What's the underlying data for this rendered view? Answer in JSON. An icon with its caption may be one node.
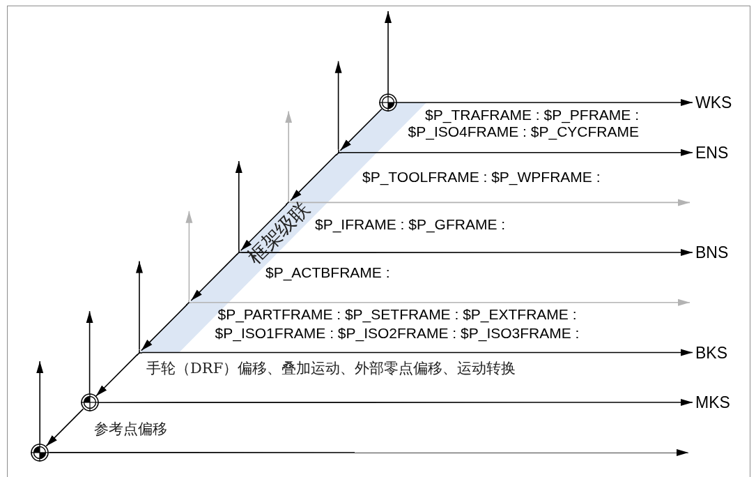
{
  "diagram": {
    "nodes": [
      {
        "text": [],
        "shape": "circle"
      },
      {
        "text": [],
        "shape": "corner"
      },
      {
        "text": [],
        "shape": "corner"
      },
      {
        "text": [],
        "shape": "corner"
      },
      {
        "text": [],
        "shape": "corner"
      },
      {
        "text": [],
        "shape": "corner"
      },
      {
        "text": [],
        "shape": "circle"
      },
      {
        "text": [],
        "shape": "circle"
      },
      {
        "text": [
          "WKS"
        ]
      },
      {
        "text": [
          "ENS"
        ]
      },
      {
        "text": [
          "BNS"
        ]
      },
      {
        "text": [
          "BKS"
        ]
      },
      {
        "text": [
          "MKS"
        ]
      }
    ],
    "edges": [
      {
        "from": 0,
        "to": 8,
        "arrow": "to"
      },
      {
        "from": 1,
        "to": 9,
        "arrow": "to"
      },
      {
        "from": 2,
        "to": null,
        "arrow": "to",
        "color": "#b3b3b3"
      },
      {
        "from": 3,
        "to": 10,
        "arrow": "to"
      },
      {
        "from": 4,
        "to": null,
        "arrow": "to",
        "color": "#b3b3b3"
      },
      {
        "from": 5,
        "to": 11,
        "arrow": "to"
      },
      {
        "from": 6,
        "to": 12,
        "arrow": "to"
      },
      {
        "from": 7,
        "to": null,
        "arrow": "to"
      },
      {
        "from": 0,
        "to": null,
        "arrow": "to"
      },
      {
        "from": 1,
        "to": null,
        "arrow": "to"
      },
      {
        "from": 2,
        "to": null,
        "arrow": "to",
        "color": "#b3b3b3"
      },
      {
        "from": 3,
        "to": null,
        "arrow": "to"
      },
      {
        "from": 4,
        "to": null,
        "arrow": "to",
        "color": "#b3b3b3"
      },
      {
        "from": 5,
        "to": null,
        "arrow": "to"
      },
      {
        "from": 6,
        "to": null,
        "arrow": "to"
      },
      {
        "from": 7,
        "to": null,
        "arrow": "to"
      },
      {
        "from": 0,
        "to": 1,
        "arrow": "to"
      },
      {
        "from": 1,
        "to": 2,
        "arrow": "to"
      },
      {
        "from": 2,
        "to": 3,
        "arrow": "to"
      },
      {
        "from": 3,
        "to": 4,
        "arrow": "to"
      },
      {
        "from": 4,
        "to": 5,
        "arrow": "to"
      },
      {
        "from": 5,
        "to": 6,
        "arrow": "to"
      },
      {
        "from": 6,
        "to": 7,
        "arrow": "to"
      }
    ],
    "labels": [
      "$P_TRAFRAME : $P_PFRAME : $P_ISO4FRAME : $P_CYCFRAME",
      "$P_TOOLFRAME : $P_WPFRAME :",
      "$P_IFRAME : $P_GFRAME :",
      "框架级联",
      "$P_ACTBFRAME :",
      "$P_PARTFRAME : $P_SETFRAME : $P_EXTFRAME : $P_ISO1FRAME : $P_ISO2FRAME : $P_ISO3FRAME :",
      "手轮（DRF）偏移、叠加运动、外部零点偏移、运动转换",
      "参考点偏移"
    ]
  }
}
